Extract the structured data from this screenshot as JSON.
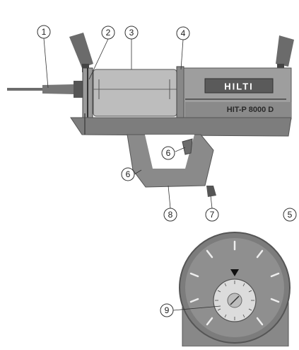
{
  "figure": {
    "brand_text": "HILTI",
    "model_text": "HIT-P 8000 D"
  },
  "callouts": [
    {
      "id": "c1",
      "label": "1"
    },
    {
      "id": "c2",
      "label": "2"
    },
    {
      "id": "c3",
      "label": "3"
    },
    {
      "id": "c4",
      "label": "4"
    },
    {
      "id": "c5",
      "label": "5"
    },
    {
      "id": "c6a",
      "label": "6"
    },
    {
      "id": "c6b",
      "label": "6"
    },
    {
      "id": "c7",
      "label": "7"
    },
    {
      "id": "c8",
      "label": "8"
    },
    {
      "id": "c9",
      "label": "9"
    }
  ],
  "colors": {
    "body": "#8c8c8c",
    "body_light": "#b5b5b5",
    "body_dark": "#5e5e5e",
    "cartridge": "#bdbdbd",
    "dial_outer": "#7a7a7a",
    "dial_inner": "#d9d9d9"
  }
}
